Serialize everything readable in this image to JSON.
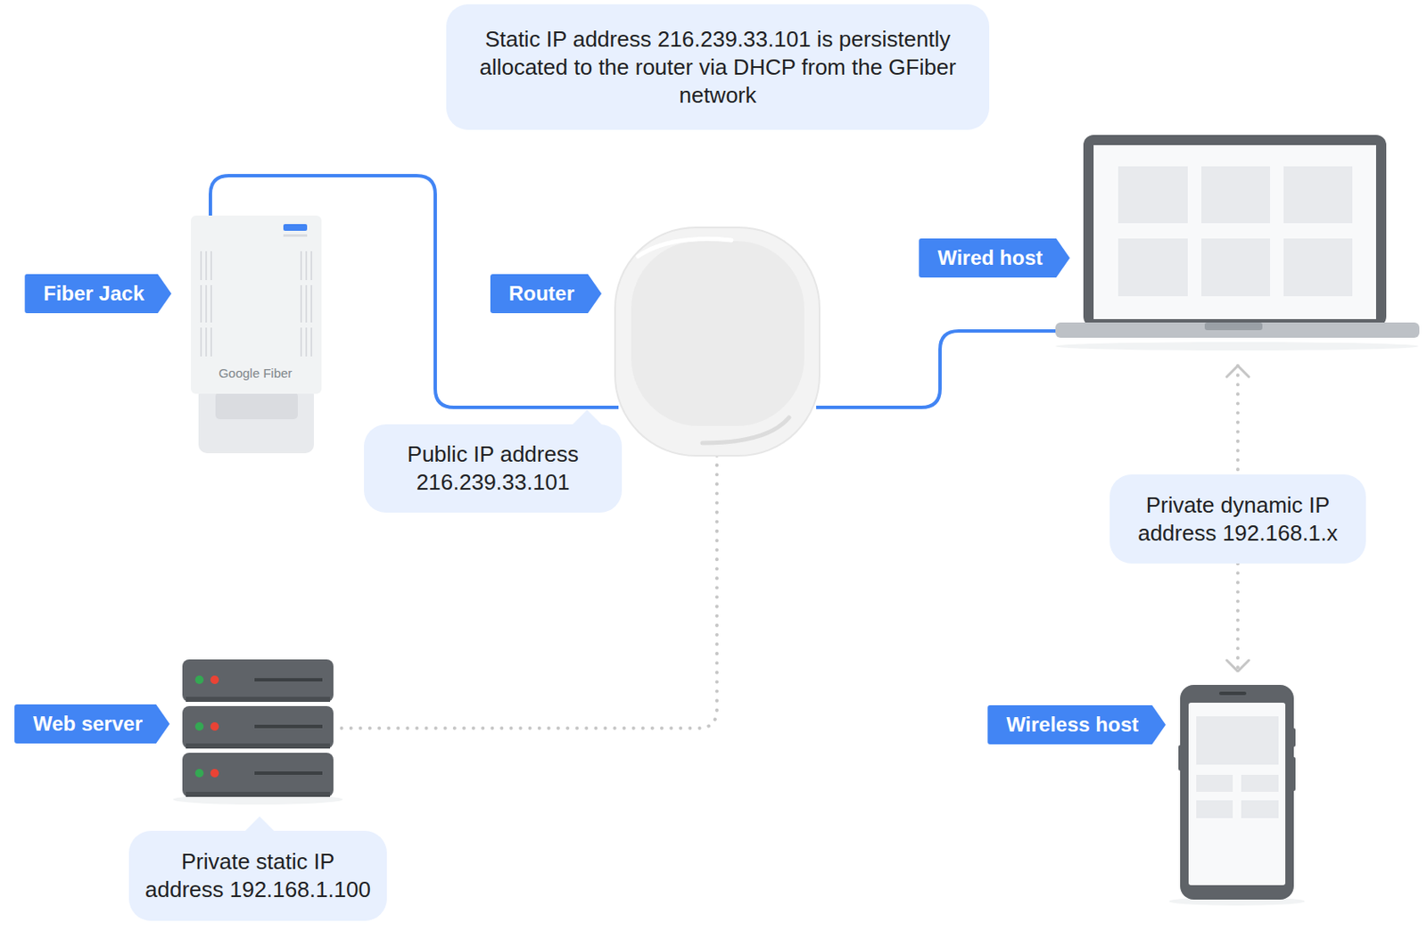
{
  "diagram": {
    "nodes": [
      {
        "text": [
          "Static IP address 216.239.33.101 is persistently allocated to the router via DHCP from the GFiber network"
        ]
      },
      {
        "text": [
          "Fiber Jack"
        ]
      },
      {
        "text": [
          "Router"
        ]
      },
      {
        "text": [
          "Wired host"
        ]
      },
      {
        "text": [
          "Public IP address 216.239.33.101"
        ]
      },
      {
        "text": [
          "Private dynamic IP address 192.168.1.x"
        ]
      },
      {
        "text": [
          "Web server"
        ]
      },
      {
        "text": [
          "Wireless host"
        ]
      },
      {
        "text": [
          "Private static IP address 192.168.1.100"
        ]
      }
    ],
    "edges": [
      {
        "from": 1,
        "to": 2,
        "arrow": "none"
      },
      {
        "from": 2,
        "to": 3,
        "arrow": "none"
      },
      {
        "from": 2,
        "to": 6,
        "arrow": "none"
      },
      {
        "from": 3,
        "to": 7,
        "arrow": "both"
      }
    ],
    "labels": [
      "Google Fiber"
    ]
  }
}
